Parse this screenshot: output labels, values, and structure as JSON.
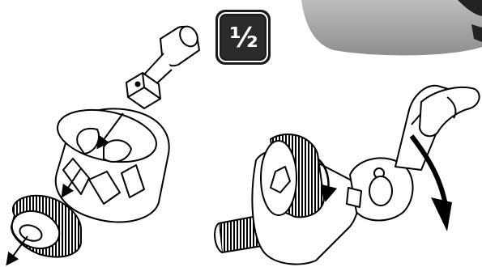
{
  "badge": {
    "size_label": "½"
  },
  "colors": {
    "ink": "#000000",
    "paper": "#ffffff",
    "badge_fill": "#1a1a1a",
    "photo_gray": "#8f8f8f"
  },
  "icons": [
    "socket-adapter-illustration",
    "ratchet-illustration",
    "size-badge",
    "tool-photo-corner"
  ]
}
